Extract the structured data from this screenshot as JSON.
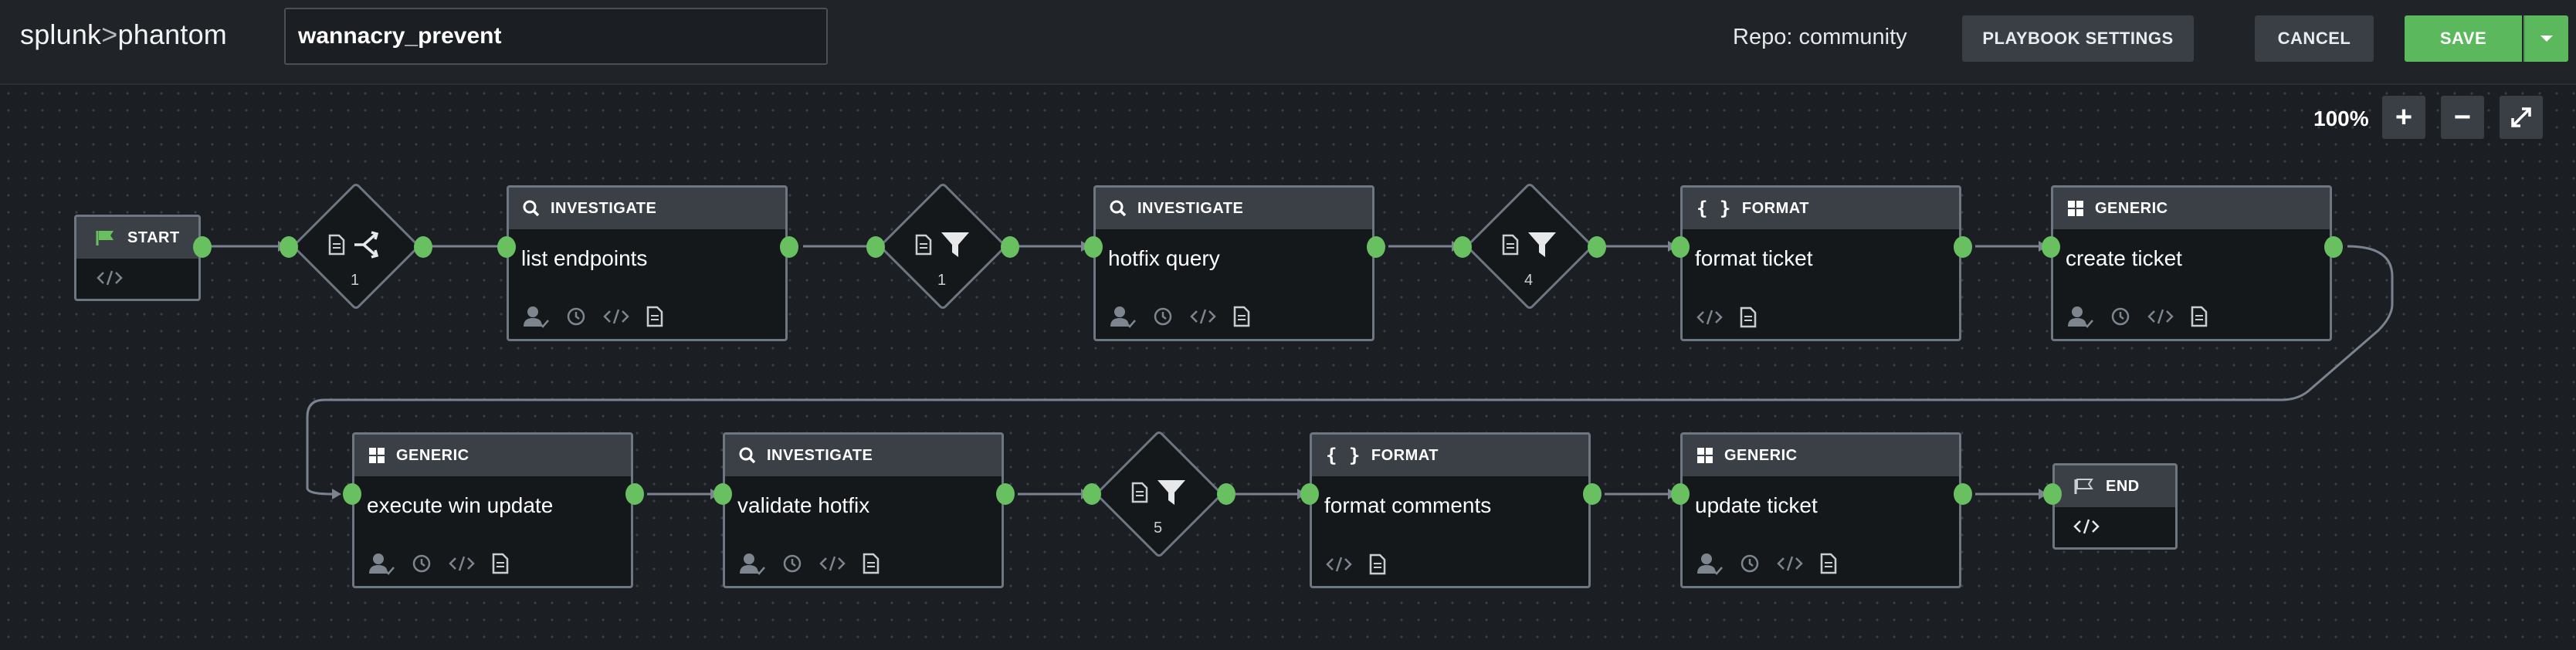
{
  "header": {
    "logo_left": "splunk",
    "logo_sep": ">",
    "logo_right": "phantom",
    "playbook_name": "wannacry_prevent",
    "repo": "Repo: community",
    "settings_label": "PLAYBOOK SETTINGS",
    "cancel_label": "CANCEL",
    "save_label": "SAVE"
  },
  "zoom": {
    "level": "100%",
    "zoom_in": "+",
    "zoom_out": "−"
  },
  "nodes": {
    "start": {
      "label": "START"
    },
    "end": {
      "label": "END"
    },
    "n1": {
      "type": "INVESTIGATE",
      "title": "list endpoints"
    },
    "n2": {
      "type": "INVESTIGATE",
      "title": "hotfix query"
    },
    "n3": {
      "type": "FORMAT",
      "title": "format ticket"
    },
    "n4": {
      "type": "GENERIC",
      "title": "create ticket"
    },
    "n5": {
      "type": "GENERIC",
      "title": "execute win update"
    },
    "n6": {
      "type": "INVESTIGATE",
      "title": "validate hotfix"
    },
    "n7": {
      "type": "FORMAT",
      "title": "format comments"
    },
    "n8": {
      "type": "GENERIC",
      "title": "update ticket"
    }
  },
  "decisions": {
    "d1": {
      "kind": "split",
      "count": "1"
    },
    "d2": {
      "kind": "filter",
      "count": "1"
    },
    "d3": {
      "kind": "filter",
      "count": "4"
    },
    "d4": {
      "kind": "filter",
      "count": "5"
    }
  },
  "colors": {
    "port": "#68c060",
    "save": "#5cb85c",
    "node_border": "#6e7681",
    "wire": "#7b8390"
  }
}
